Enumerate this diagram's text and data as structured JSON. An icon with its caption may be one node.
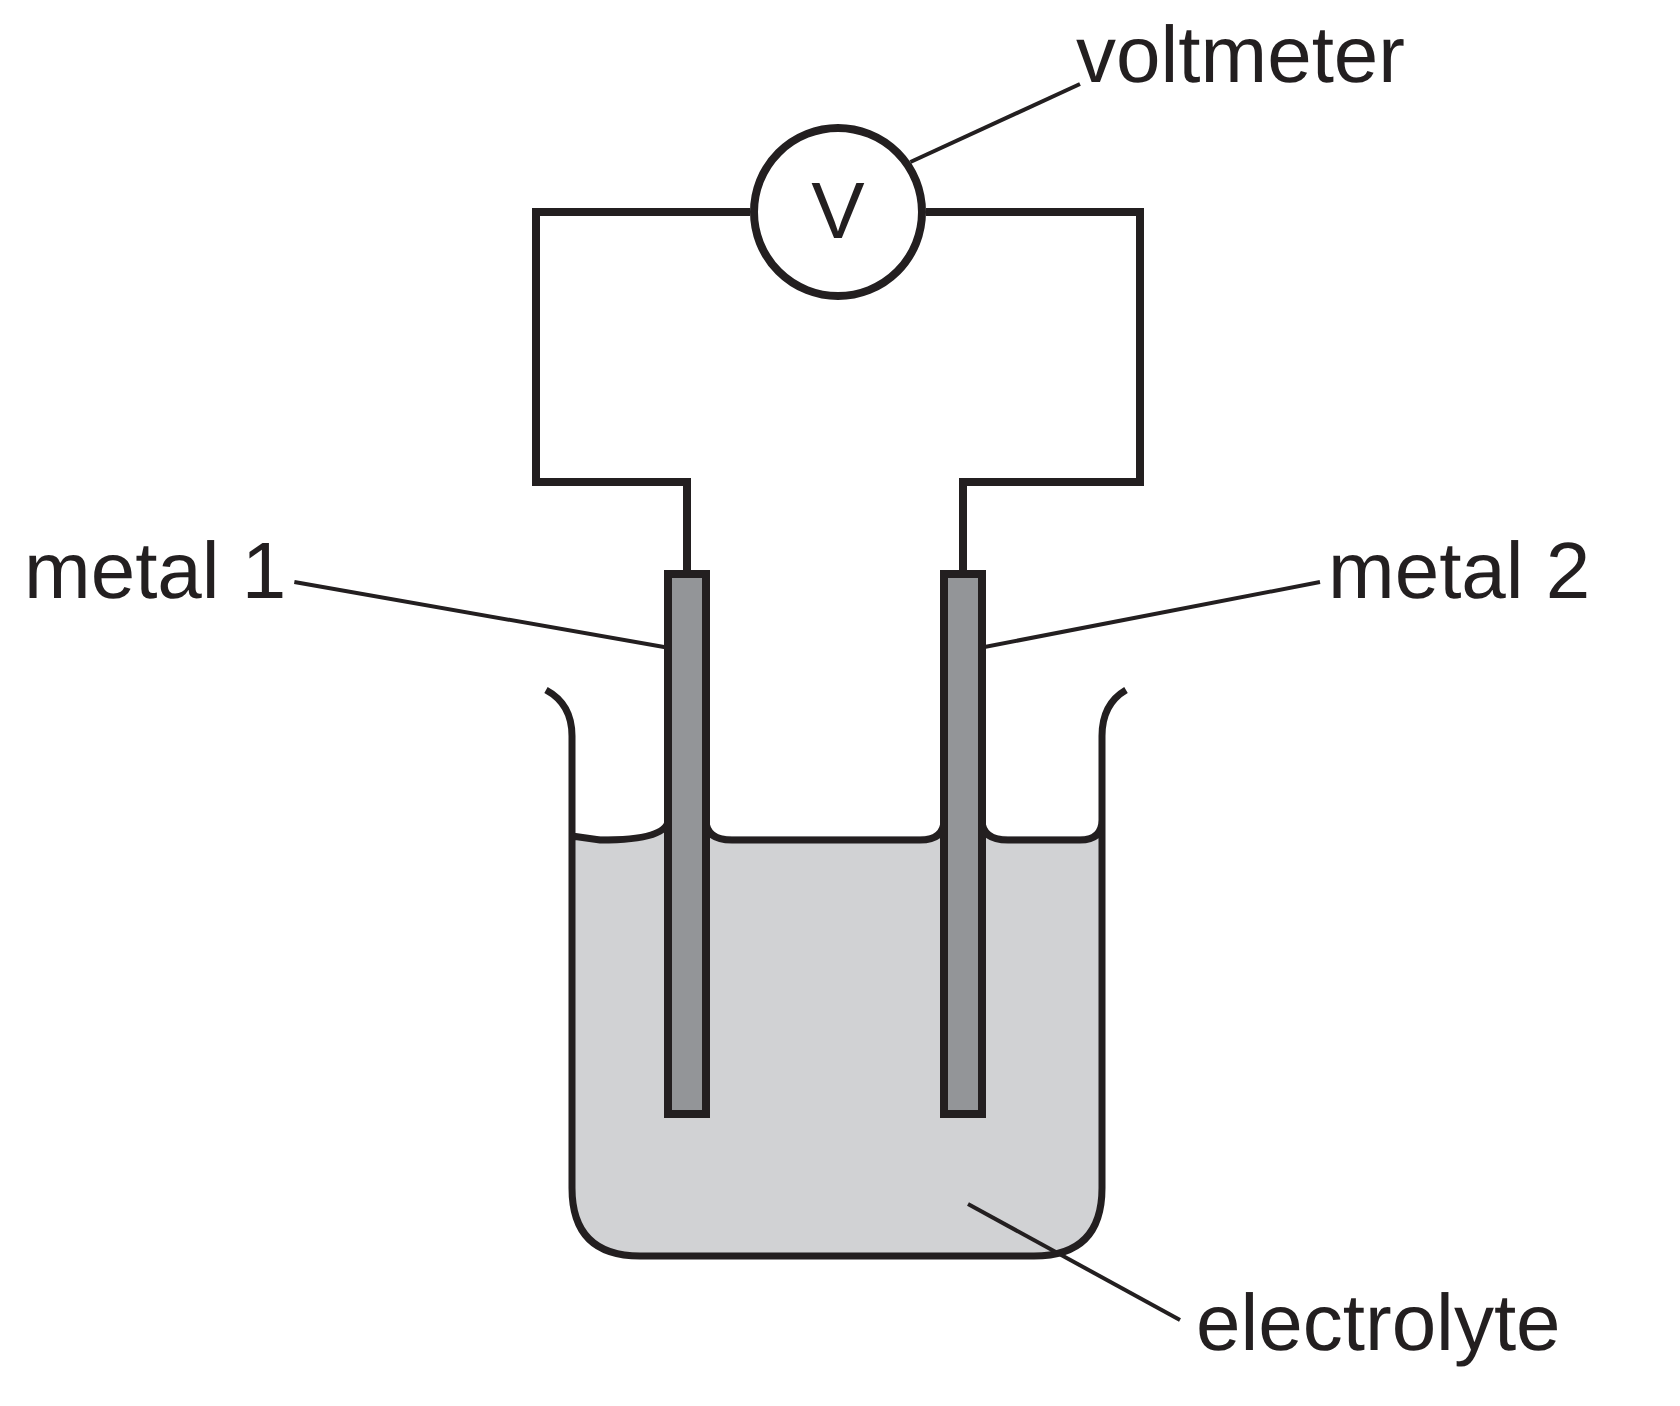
{
  "diagram": {
    "nodes": [
      {
        "text": [
          "voltmeter"
        ]
      },
      {
        "text": [
          "V"
        ]
      },
      {
        "text": [
          "metal 1"
        ]
      },
      {
        "text": [],
        "shape": "bar"
      },
      {
        "text": [
          "metal 2"
        ]
      },
      {
        "text": [],
        "shape": "bar"
      },
      {
        "text": [
          "electrolyte"
        ]
      },
      {
        "text": [],
        "shape": "box"
      }
    ],
    "edges": [
      {
        "from": 0,
        "to": 1,
        "arrow": "none"
      },
      {
        "from": 3,
        "to": 1,
        "arrow": "none",
        "style": "thick"
      },
      {
        "from": 1,
        "to": 5,
        "arrow": "none",
        "style": "thick"
      },
      {
        "from": 2,
        "to": 3,
        "arrow": "none"
      },
      {
        "from": 4,
        "to": 5,
        "arrow": "none"
      },
      {
        "from": 6,
        "to": 7,
        "arrow": "none"
      }
    ]
  }
}
